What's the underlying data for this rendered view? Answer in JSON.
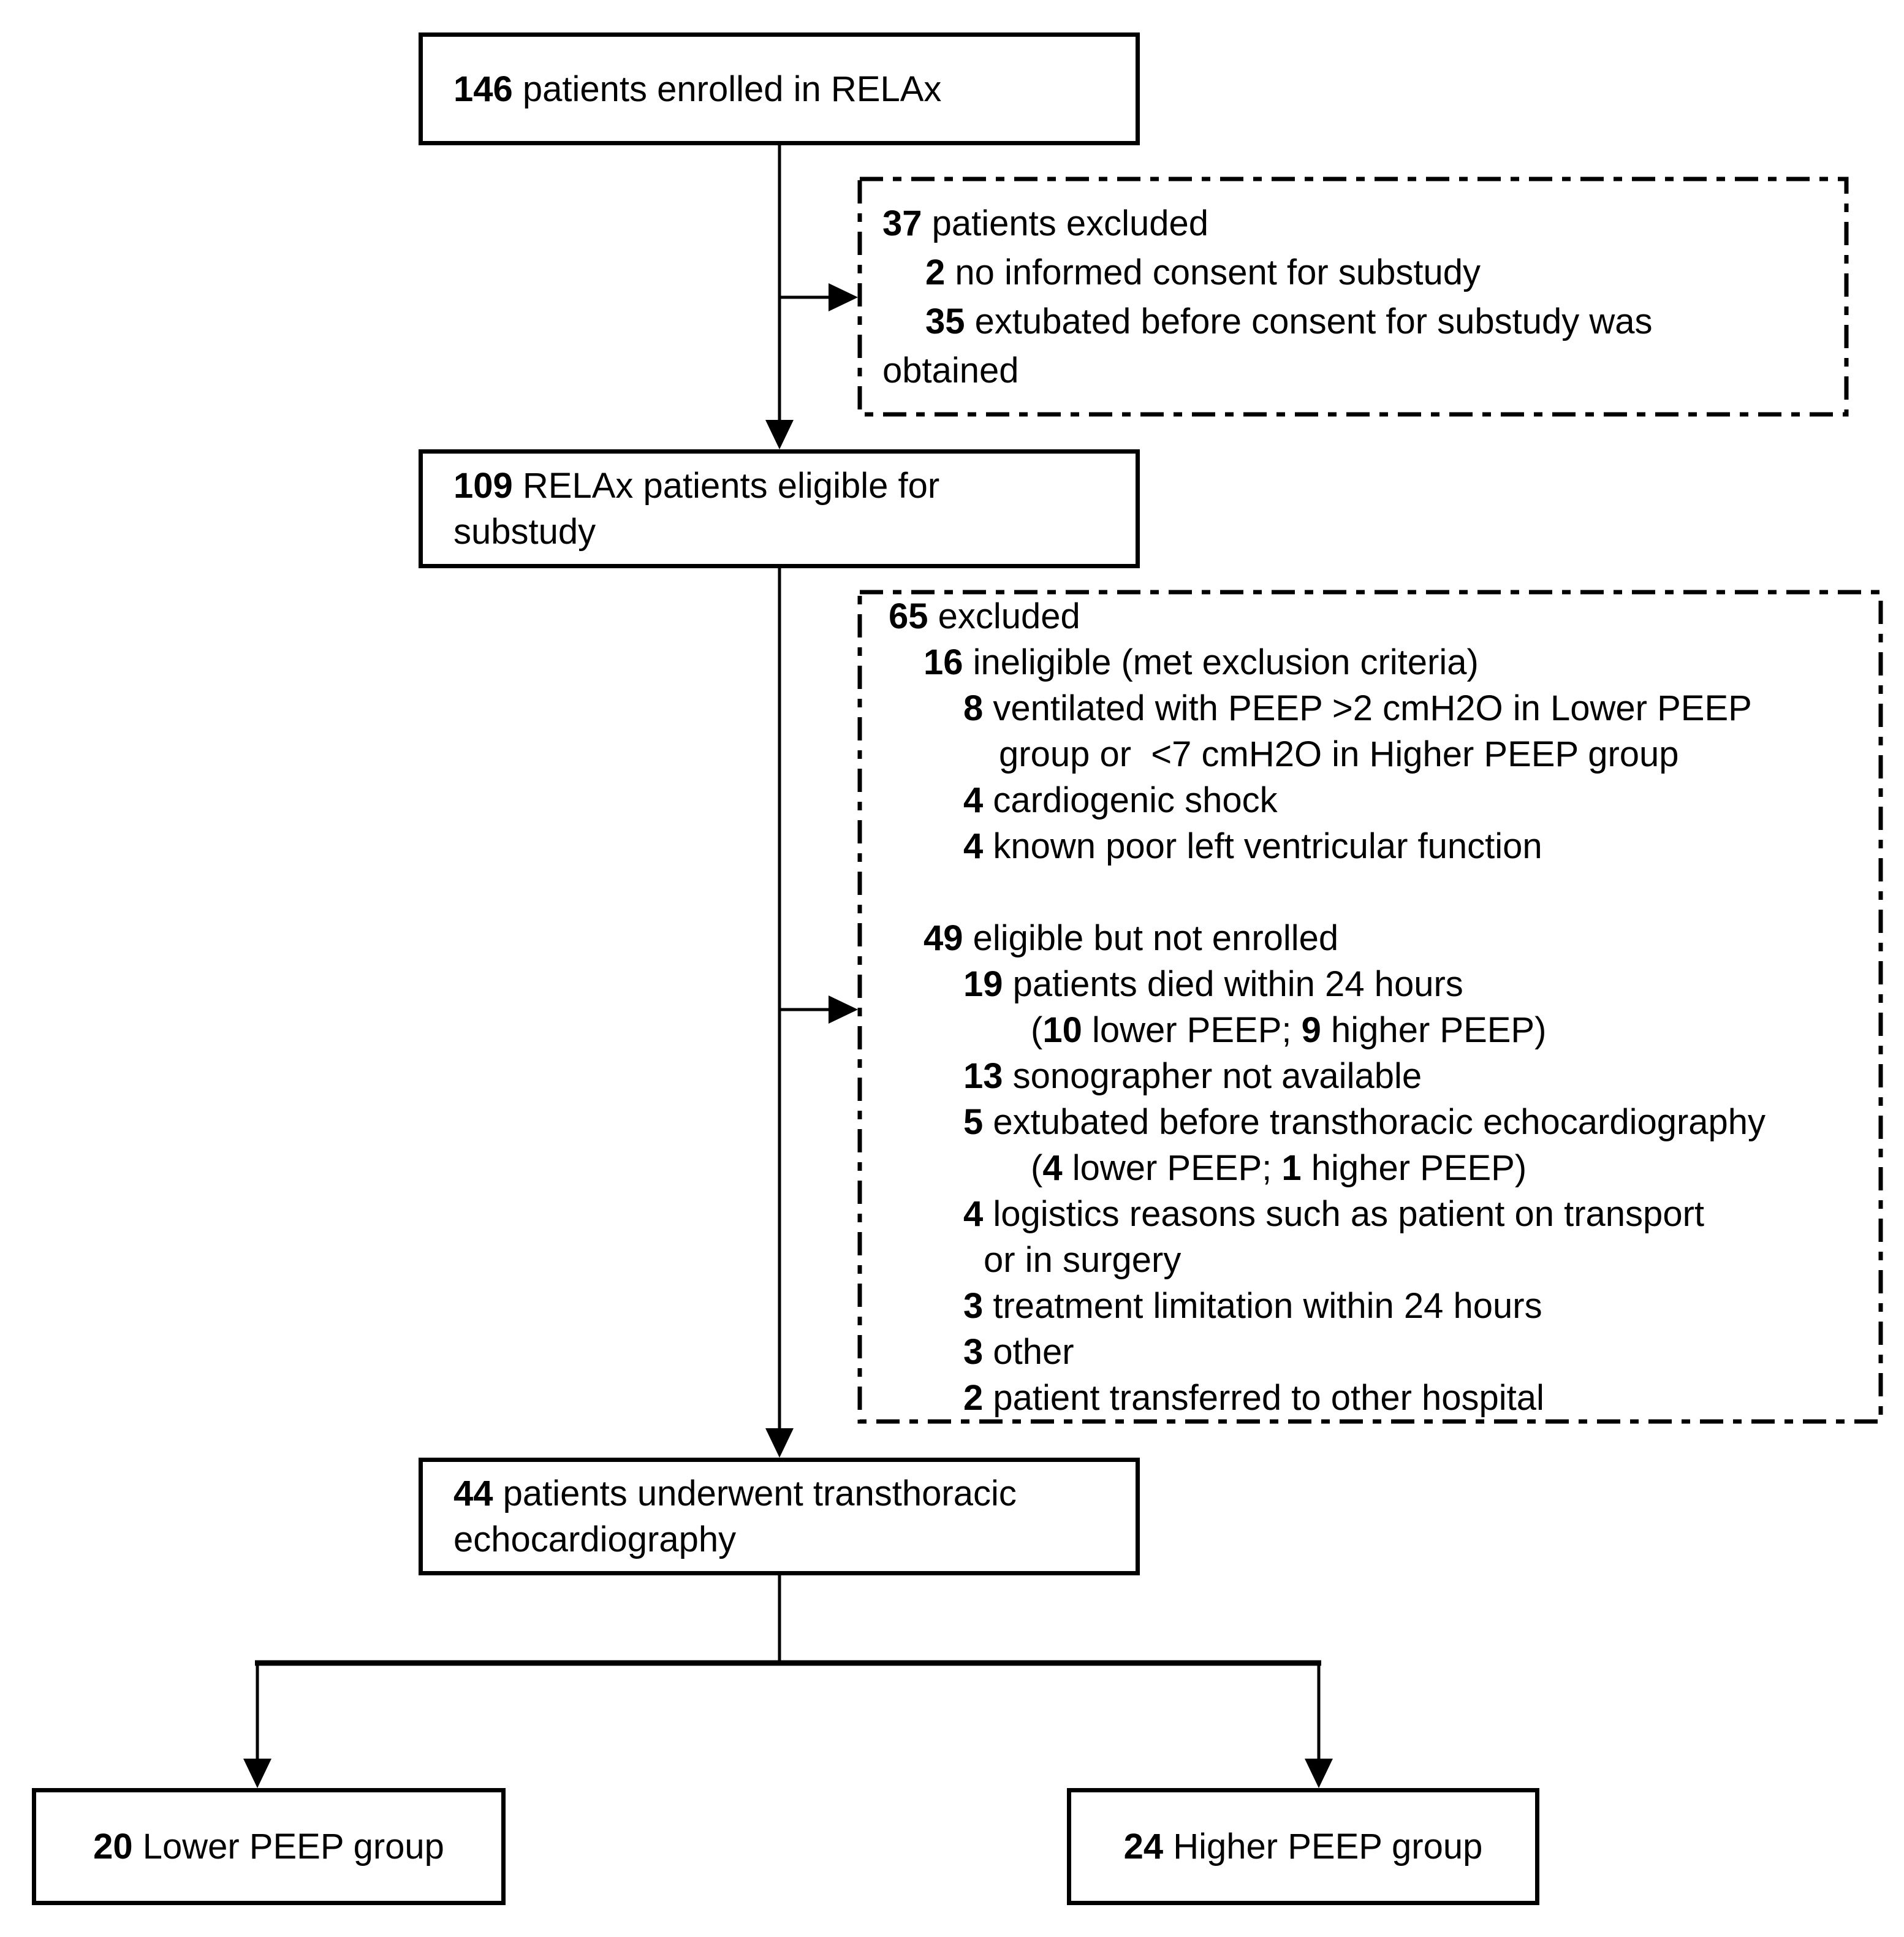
{
  "diagram": {
    "colors": {
      "line": "#000000",
      "background": "#ffffff",
      "text": "#000000"
    },
    "boxes": {
      "enrolled": {
        "lines": [
          {
            "segs": [
              "146",
              " patients enrolled in RELAx"
            ]
          }
        ]
      },
      "excluded_consent": {
        "lines": [
          {
            "segs": [
              "37",
              " patients excluded"
            ]
          },
          {
            "segs": [
              "2",
              " no informed consent for substudy"
            ]
          },
          {
            "segs": [
              "35",
              " extubated before consent for substudy was"
            ]
          },
          {
            "segs": [
              "obtained"
            ]
          }
        ]
      },
      "eligible": {
        "lines": [
          {
            "segs": [
              "109",
              " RELAx patients eligible for"
            ]
          },
          {
            "segs": [
              "substudy"
            ]
          }
        ]
      },
      "excluded_main": {
        "lines": [
          {
            "segs": [
              "65",
              " excluded"
            ]
          },
          {
            "segs": [
              "16",
              " ineligible (met exclusion criteria)"
            ]
          },
          {
            "segs": [
              "8",
              " ventilated with PEEP >2 cmH2O in Lower PEEP"
            ]
          },
          {
            "segs": [
              "group or  <7 cmH2O in Higher PEEP group"
            ]
          },
          {
            "segs": [
              "4",
              " cardiogenic shock"
            ]
          },
          {
            "segs": [
              "4",
              " known poor left ventricular function"
            ]
          },
          {
            "segs": [
              "49",
              " eligible but not enrolled"
            ]
          },
          {
            "segs": [
              "19",
              " patients died within 24 hours"
            ]
          },
          {
            "segs": [
              "(",
              "10",
              " lower PEEP; ",
              "9",
              " higher PEEP)"
            ]
          },
          {
            "segs": [
              "13",
              " sonographer not available"
            ]
          },
          {
            "segs": [
              "5",
              " extubated before transthoracic echocardiography"
            ]
          },
          {
            "segs": [
              "(",
              "4",
              " lower PEEP; ",
              "1",
              " higher PEEP)"
            ]
          },
          {
            "segs": [
              "4",
              " logistics reasons such as patient on transport"
            ]
          },
          {
            "segs": [
              "or in surgery"
            ]
          },
          {
            "segs": [
              "3",
              " treatment limitation within 24 hours"
            ]
          },
          {
            "segs": [
              "3",
              " other"
            ]
          },
          {
            "segs": [
              "2",
              " patient transferred to other hospital"
            ]
          }
        ]
      },
      "tte": {
        "lines": [
          {
            "segs": [
              "44",
              " patients underwent transthoracic"
            ]
          },
          {
            "segs": [
              "echocardiography"
            ]
          }
        ]
      },
      "lower_peep": {
        "lines": [
          {
            "segs": [
              "20",
              " Lower PEEP group"
            ]
          }
        ]
      },
      "higher_peep": {
        "lines": [
          {
            "segs": [
              "24",
              " Higher PEEP group"
            ]
          }
        ]
      }
    }
  }
}
